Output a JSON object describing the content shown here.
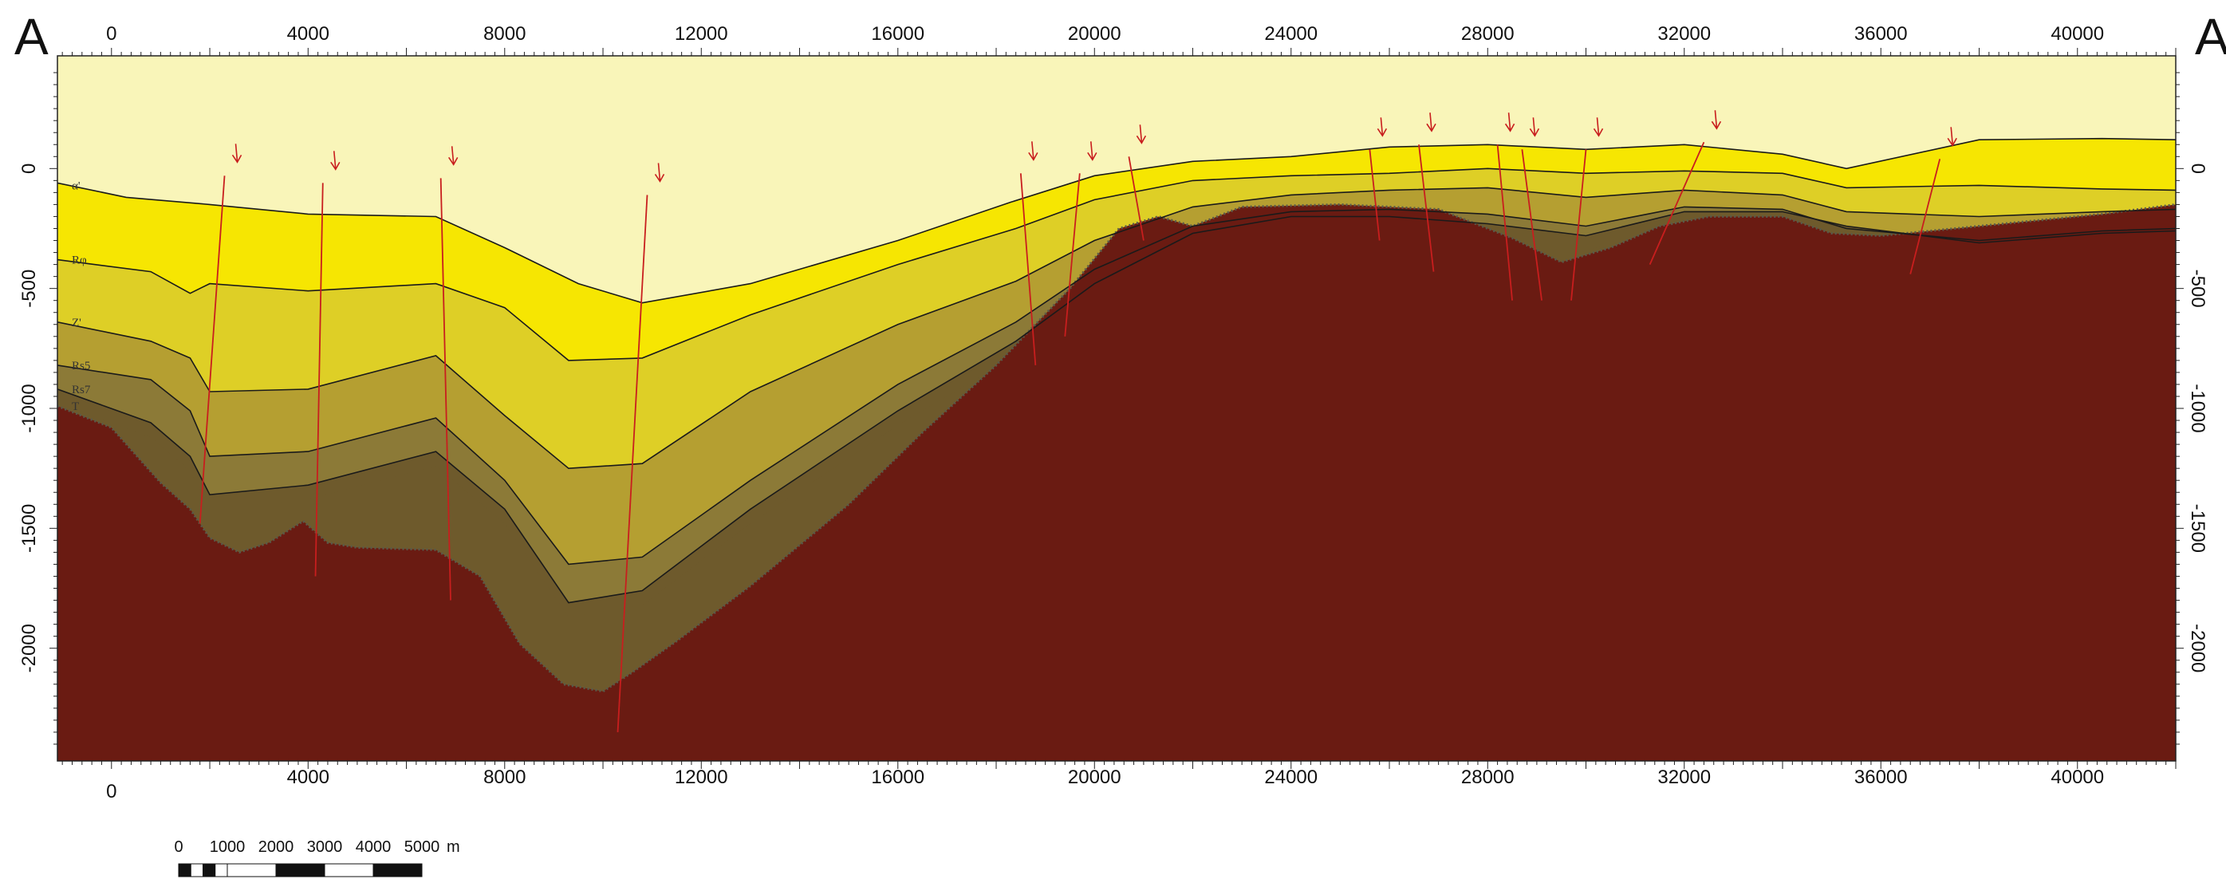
{
  "section": {
    "start_label": "A",
    "end_label": "A'"
  },
  "x_axis": {
    "ticks": [
      "0",
      "4000",
      "8000",
      "12000",
      "16000",
      "20000",
      "24000",
      "28000",
      "32000",
      "36000",
      "40000"
    ],
    "min": -1100,
    "max": 42000
  },
  "y_axis": {
    "left_ticks": [
      "0",
      "-500",
      "-1000",
      "-1500",
      "-2000"
    ],
    "right_ticks": [
      "0",
      "-500",
      "-1000",
      "-1500",
      "-2000"
    ],
    "min": -2470,
    "max": 470
  },
  "layers": [
    {
      "label": "α'",
      "color": "#f9f5b9"
    },
    {
      "label": "Rφ",
      "color": "#f6e602"
    },
    {
      "label": "Z'",
      "color": "#decf26"
    },
    {
      "label": "Rs5",
      "color": "#b59f31"
    },
    {
      "label": "Rs7",
      "color": "#8c7a37"
    },
    {
      "label": "T",
      "color": "#6e5a2c"
    }
  ],
  "colors": {
    "basement": "#6a1b12",
    "fault": "#c81e1e",
    "horizon": "#1a1a1a"
  },
  "scale_bar": {
    "labels": [
      "0",
      "1000",
      "2000",
      "3000",
      "4000",
      "5000"
    ],
    "unit": "m"
  },
  "chart_data": {
    "type": "cross-section",
    "x_ticks": [
      0,
      4000,
      8000,
      12000,
      16000,
      20000,
      24000,
      28000,
      32000,
      36000,
      40000
    ],
    "y_ticks": [
      0,
      -500,
      -1000,
      -1500,
      -2000
    ],
    "series": [
      {
        "name": "α'",
        "points": [
          [
            -1100,
            -60
          ],
          [
            300,
            -120
          ],
          [
            2000,
            -150
          ],
          [
            4000,
            -190
          ],
          [
            6600,
            -200
          ],
          [
            8000,
            -330
          ],
          [
            9500,
            -480
          ],
          [
            10800,
            -560
          ],
          [
            13000,
            -480
          ],
          [
            16000,
            -300
          ],
          [
            18300,
            -140
          ],
          [
            20000,
            -30
          ],
          [
            22000,
            30
          ],
          [
            24000,
            50
          ],
          [
            26000,
            90
          ],
          [
            28000,
            100
          ],
          [
            30000,
            80
          ],
          [
            32000,
            100
          ],
          [
            34000,
            60
          ],
          [
            35300,
            0
          ],
          [
            38000,
            120
          ],
          [
            40500,
            125
          ],
          [
            42000,
            120
          ]
        ]
      },
      {
        "name": "Rφ",
        "points": [
          [
            -1100,
            -380
          ],
          [
            800,
            -430
          ],
          [
            1600,
            -520
          ],
          [
            2000,
            -480
          ],
          [
            4000,
            -510
          ],
          [
            6600,
            -480
          ],
          [
            8000,
            -580
          ],
          [
            9300,
            -800
          ],
          [
            10800,
            -790
          ],
          [
            13000,
            -610
          ],
          [
            16000,
            -400
          ],
          [
            18400,
            -250
          ],
          [
            20000,
            -130
          ],
          [
            22000,
            -50
          ],
          [
            24000,
            -30
          ],
          [
            26000,
            -20
          ],
          [
            28000,
            0
          ],
          [
            30000,
            -20
          ],
          [
            32000,
            -10
          ],
          [
            34000,
            -20
          ],
          [
            35300,
            -80
          ],
          [
            38000,
            -70
          ],
          [
            40500,
            -85
          ],
          [
            42000,
            -90
          ]
        ]
      },
      {
        "name": "Z'",
        "points": [
          [
            -1100,
            -640
          ],
          [
            800,
            -720
          ],
          [
            1600,
            -790
          ],
          [
            2000,
            -930
          ],
          [
            4000,
            -920
          ],
          [
            6600,
            -780
          ],
          [
            8000,
            -1030
          ],
          [
            9300,
            -1250
          ],
          [
            10800,
            -1230
          ],
          [
            13000,
            -930
          ],
          [
            16000,
            -650
          ],
          [
            18400,
            -470
          ],
          [
            20000,
            -300
          ],
          [
            22000,
            -160
          ],
          [
            24000,
            -110
          ],
          [
            26000,
            -90
          ],
          [
            28000,
            -80
          ],
          [
            30000,
            -120
          ],
          [
            32000,
            -90
          ],
          [
            34000,
            -110
          ],
          [
            35300,
            -180
          ],
          [
            38000,
            -200
          ],
          [
            40500,
            -180
          ],
          [
            42000,
            -170
          ]
        ]
      },
      {
        "name": "Rs5",
        "points": [
          [
            -1100,
            -820
          ],
          [
            800,
            -880
          ],
          [
            1600,
            -1010
          ],
          [
            2000,
            -1200
          ],
          [
            4000,
            -1180
          ],
          [
            6600,
            -1040
          ],
          [
            8000,
            -1300
          ],
          [
            9300,
            -1650
          ],
          [
            10800,
            -1620
          ],
          [
            13000,
            -1300
          ],
          [
            16000,
            -900
          ],
          [
            18400,
            -640
          ],
          [
            20000,
            -420
          ],
          [
            22000,
            -240
          ],
          [
            24000,
            -180
          ],
          [
            26000,
            -170
          ],
          [
            28000,
            -190
          ],
          [
            30000,
            -240
          ],
          [
            32000,
            -160
          ],
          [
            34000,
            -170
          ],
          [
            35300,
            -250
          ],
          [
            38000,
            -300
          ],
          [
            40500,
            -260
          ],
          [
            42000,
            -250
          ]
        ]
      },
      {
        "name": "Rs7",
        "points": [
          [
            -1100,
            -920
          ],
          [
            800,
            -1060
          ],
          [
            1600,
            -1200
          ],
          [
            2000,
            -1360
          ],
          [
            4000,
            -1320
          ],
          [
            6600,
            -1180
          ],
          [
            8000,
            -1420
          ],
          [
            9300,
            -1810
          ],
          [
            10800,
            -1760
          ],
          [
            13000,
            -1420
          ],
          [
            16000,
            -1010
          ],
          [
            18400,
            -720
          ],
          [
            20000,
            -480
          ],
          [
            22000,
            -270
          ],
          [
            24000,
            -200
          ],
          [
            26000,
            -200
          ],
          [
            28000,
            -230
          ],
          [
            30000,
            -280
          ],
          [
            32000,
            -180
          ],
          [
            34000,
            -180
          ],
          [
            35300,
            -240
          ],
          [
            38000,
            -310
          ],
          [
            40500,
            -270
          ],
          [
            42000,
            -260
          ]
        ]
      }
    ]
  }
}
